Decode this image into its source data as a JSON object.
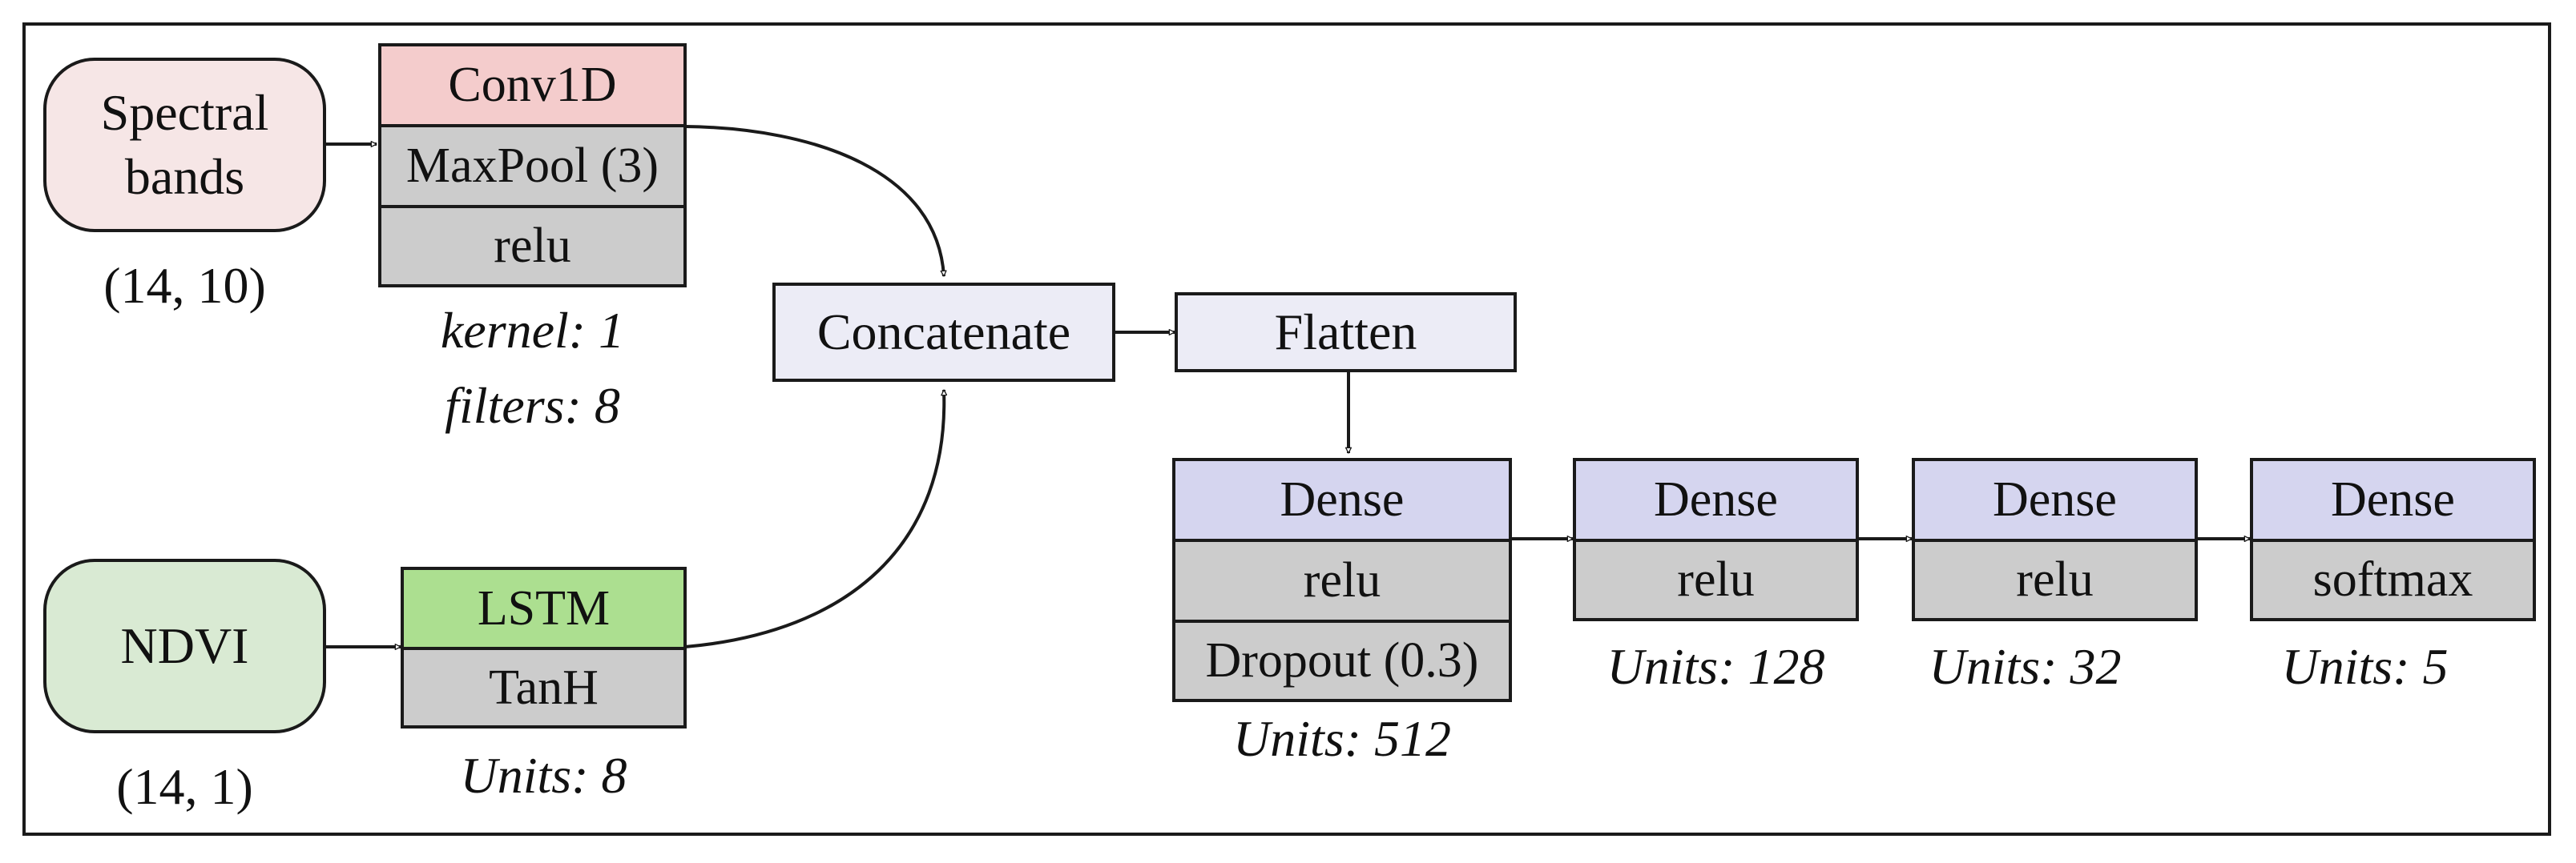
{
  "inputs": {
    "spectral": {
      "line1": "Spectral",
      "line2": "bands",
      "shape": "(14, 10)"
    },
    "ndvi": {
      "label": "NDVI",
      "shape": "(14, 1)"
    }
  },
  "conv_block": {
    "layer": "Conv1D",
    "pool": "MaxPool (3)",
    "activation": "relu",
    "kernel": "kernel: 1",
    "filters": "filters: 8"
  },
  "lstm_block": {
    "layer": "LSTM",
    "activation": "TanH",
    "units": "Units: 8"
  },
  "concatenate": "Concatenate",
  "flatten": "Flatten",
  "dense_blocks": [
    {
      "layer": "Dense",
      "activation": "relu",
      "extra": "Dropout (0.3)",
      "units": "Units: 512"
    },
    {
      "layer": "Dense",
      "activation": "relu",
      "units": "Units: 128"
    },
    {
      "layer": "Dense",
      "activation": "relu",
      "units": "Units: 32"
    },
    {
      "layer": "Dense",
      "activation": "softmax",
      "units": "Units: 5"
    }
  ],
  "colors": {
    "spectral_fill": "#f6e6e6",
    "ndvi_fill": "#d9ead3",
    "conv_fill": "#f4cccc",
    "lstm_fill": "#acdf90",
    "merge_fill": "#ececf6",
    "dense_fill": "#d5d5ef",
    "grey_fill": "#cccccc",
    "line": "#1a1a1a"
  }
}
